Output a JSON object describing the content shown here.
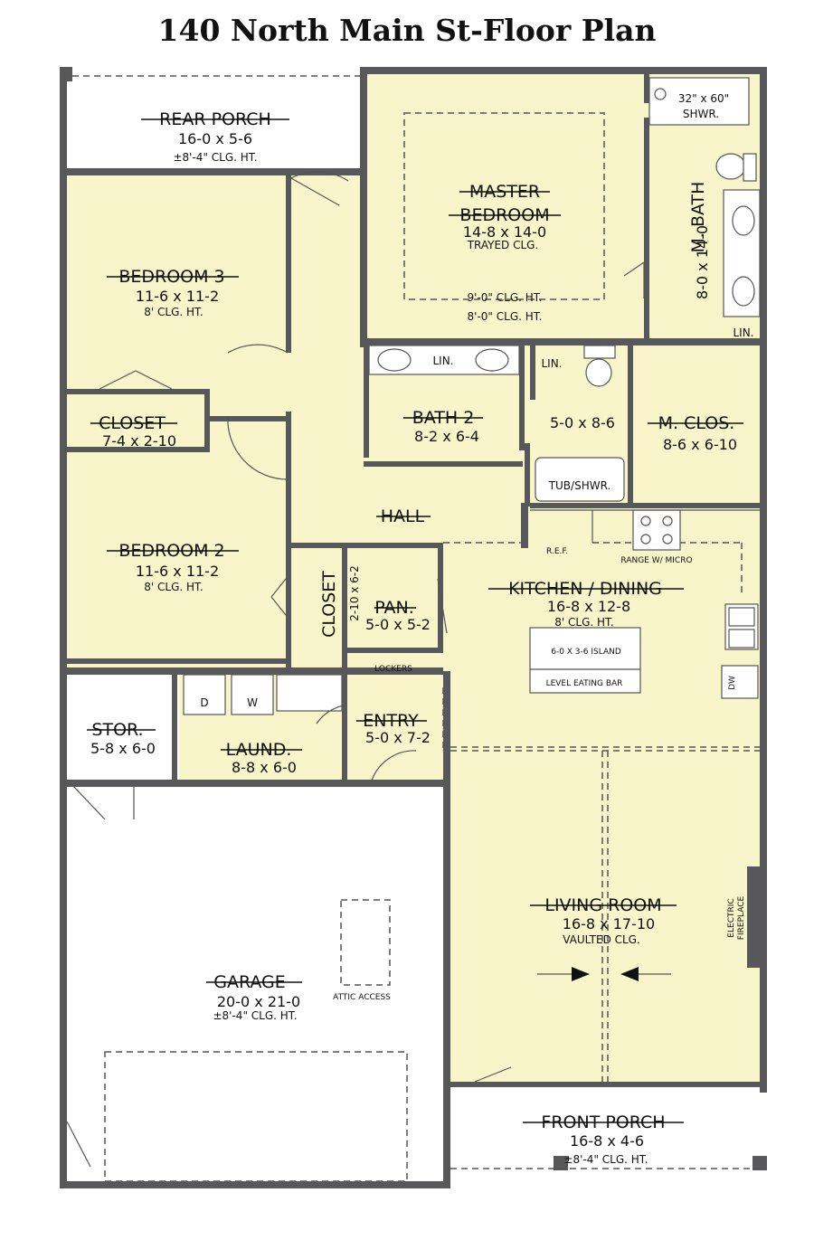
{
  "title": "140 North Main St-Floor Plan",
  "rooms": {
    "rear_porch": {
      "name": "REAR PORCH",
      "dims": "16-0 x 5-6",
      "note": "±8'-4\" CLG. HT."
    },
    "master_bedroom": {
      "name_line1": "MASTER",
      "name_line2": "BEDROOM",
      "dims": "14-8 x 14-0",
      "note": "TRAYED CLG.",
      "note2": "9'-0\" CLG. HT.",
      "note3": "8'-0\" CLG. HT."
    },
    "master_bath": {
      "name": "M. BATH",
      "dims": "8-0 x 14-0",
      "shower": "32\" x 60\"",
      "shower2": "SHWR.",
      "linen": "LIN."
    },
    "bedroom3": {
      "name": "BEDROOM 3",
      "dims": "11-6 x 11-2",
      "note": "8' CLG. HT."
    },
    "closet": {
      "name": "CLOSET",
      "dims": "7-4 x 2-10"
    },
    "bath2": {
      "name": "BATH 2",
      "dims": "8-2 x 6-4",
      "linen": "LIN."
    },
    "bath_small": {
      "dims": "5-0 x 8-6",
      "linen": "LIN.",
      "tub": "TUB/SHWR."
    },
    "master_closet": {
      "name": "M. CLOS.",
      "dims": "8-6 x 6-10"
    },
    "hall": {
      "name": "HALL"
    },
    "closet_hall": {
      "name": "CLOSET",
      "dims": "2-10 x 6-2"
    },
    "bedroom2": {
      "name": "BEDROOM 2",
      "dims": "11-6 x 11-2",
      "note": "8' CLG. HT."
    },
    "pantry": {
      "name": "PAN.",
      "dims": "5-0 x 5-2"
    },
    "kitchen": {
      "name": "KITCHEN / DINING",
      "dims": "16-8 x 12-8",
      "note": "8' CLG. HT.",
      "island1": "6-0 X 3-6 ISLAND",
      "island2": "LEVEL EATING BAR",
      "range": "RANGE W/ MICRO",
      "ref": "R.E.F.",
      "dw": "DW"
    },
    "lockers": {
      "name": "LOCKERS"
    },
    "entry": {
      "name": "ENTRY",
      "dims": "5-0 x 7-2"
    },
    "storage": {
      "name": "STOR.",
      "dims": "5-8 x 6-0"
    },
    "laundry": {
      "name": "LAUND.",
      "dims": "8-8 x 6-0",
      "dryer": "D",
      "washer": "W"
    },
    "living": {
      "name": "LIVING ROOM",
      "dims": "16-8 x 17-10",
      "note": "VAULTED CLG.",
      "fireplace1": "ELECTRIC",
      "fireplace2": "FIREPLACE"
    },
    "garage": {
      "name": "GARAGE",
      "dims": "20-0 x 21-0",
      "note": "±8'-4\" CLG. HT.",
      "attic": "ATTIC ACCESS"
    },
    "front_porch": {
      "name": "FRONT PORCH",
      "dims": "16-8 x 4-6",
      "note": "±8'-4\" CLG. HT."
    }
  },
  "colors": {
    "room_fill": "#f7f5c9",
    "wall": "#58585a",
    "background": "#ffffff"
  }
}
